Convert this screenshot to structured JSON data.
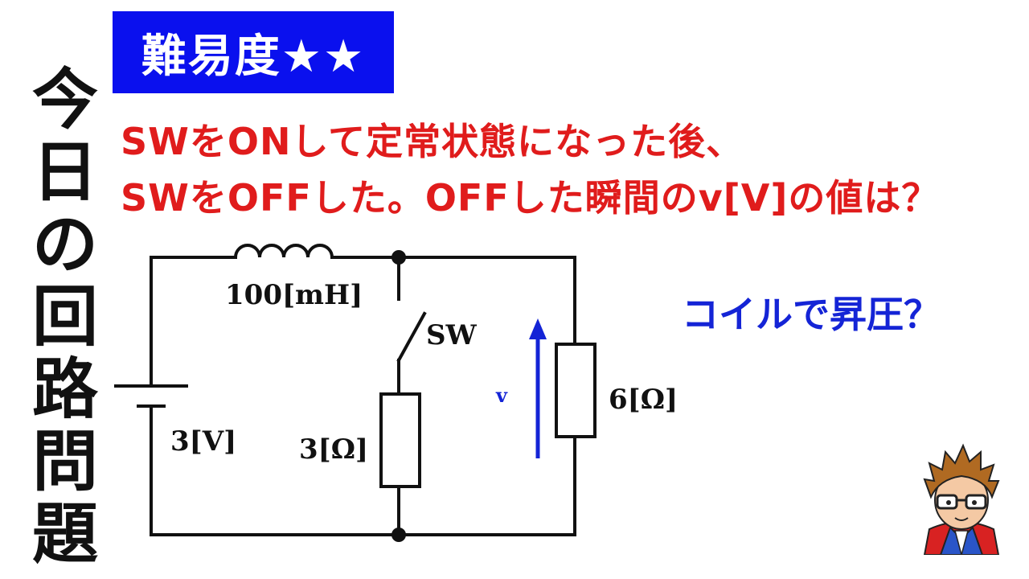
{
  "title_vertical": [
    "今",
    "日",
    "の",
    "回",
    "路",
    "問",
    "題"
  ],
  "difficulty_badge": "難易度★★",
  "question": {
    "line1": "SWをONして定常状態になった後、",
    "line2": "SWをOFFした。OFFした瞬間のv[V]の値は？"
  },
  "hint": "コイルで昇圧？",
  "circuit": {
    "inductor_label": "100[mH]",
    "source_label": "3[V]",
    "switch_label": "SW",
    "resistor1_label": "3[Ω]",
    "resistor2_label": "6[Ω]",
    "voltage_label": "v"
  },
  "colors": {
    "badge_bg": "#0a10ee",
    "question_text": "#e01c1c",
    "hint_text": "#1424d6",
    "arrow": "#1424d6"
  }
}
